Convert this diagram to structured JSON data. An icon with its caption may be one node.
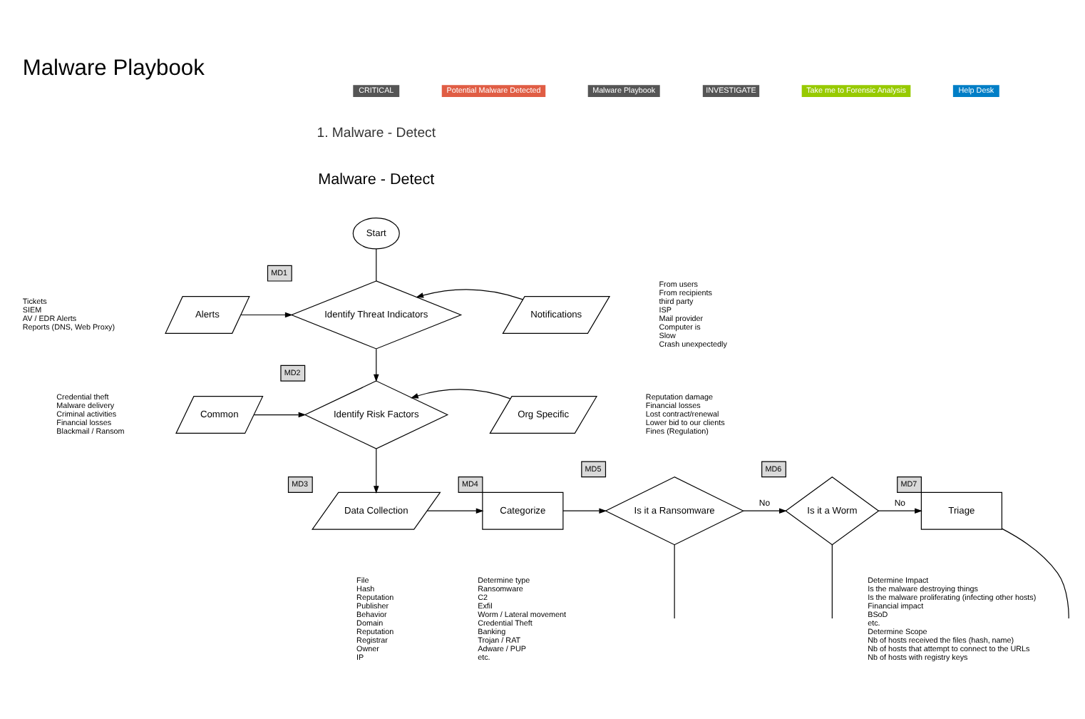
{
  "diagram": {
    "title": "Malware Playbook",
    "nodes": [
      {
        "text": [
          "Start"
        ]
      },
      {
        "text": [
          "Alerts"
        ],
        "beside": [
          "Tickets",
          "SIEM",
          "AV / EDR Alerts",
          "Reports (DNS, Web Proxy)"
        ]
      },
      {
        "text": [
          "Identify Threat Indicators"
        ],
        "beside": [
          "MD1"
        ]
      },
      {
        "text": [
          "Notifications"
        ],
        "beside": [
          "From users",
          "From recipients",
          "third party",
          "ISP",
          "Mail provider",
          "Computer is",
          "Slow",
          "Crash unexpectedly"
        ]
      },
      {
        "text": [
          "Common"
        ],
        "beside": [
          "Credential theft",
          "Malware delivery",
          "Criminal activities",
          "Financial losses",
          "Blackmail / Ransom"
        ]
      },
      {
        "text": [
          "Identify Risk Factors"
        ],
        "beside": [
          "MD2"
        ]
      },
      {
        "text": [
          "Org Specific"
        ],
        "beside": [
          "Reputation damage",
          "Financial losses",
          "Lost contract/renewal",
          "Lower bid to our clients",
          "Fines (Regulation)"
        ]
      },
      {
        "text": [
          "Data Collection"
        ],
        "beside": [
          "MD3",
          "File",
          "Hash",
          "Reputation",
          "Publisher",
          "Behavior",
          "Domain",
          "Reputation",
          "Registrar",
          "Owner",
          "IP"
        ]
      },
      {
        "text": [
          "Categorize"
        ],
        "beside": [
          "MD4",
          "Determine type",
          "Ransomware",
          "C2",
          "Exfil",
          "Worm / Lateral movement",
          "Credential Theft",
          "Banking",
          "Trojan / RAT",
          "Adware / PUP",
          "etc."
        ]
      },
      {
        "text": [
          "Is it a Ransomware"
        ],
        "beside": [
          "MD5"
        ]
      },
      {
        "text": [
          "Is it a Worm"
        ],
        "beside": [
          "MD6"
        ]
      },
      {
        "text": [
          "Triage"
        ],
        "beside": [
          "MD7",
          "Determine Impact",
          "Is the malware destroying things",
          "Is the malware proliferating (infecting other hosts)",
          "Financial impact",
          "BSoD",
          "etc.",
          "Determine Scope",
          "Nb of hosts received the files (hash, name)",
          "Nb of hosts that attempt to connect to the URLs",
          "Nb of hosts with registry keys"
        ]
      }
    ],
    "edges": [
      {
        "from": 0,
        "to": 2,
        "arrow": "none"
      },
      {
        "from": 1,
        "to": 2,
        "arrow": "to"
      },
      {
        "from": 3,
        "to": 2,
        "arrow": "to"
      },
      {
        "from": 2,
        "to": 5,
        "arrow": "to"
      },
      {
        "from": 4,
        "to": 5,
        "arrow": "to"
      },
      {
        "from": 6,
        "to": 5,
        "arrow": "to"
      },
      {
        "from": 5,
        "to": 7,
        "arrow": "to"
      },
      {
        "from": 7,
        "to": 8,
        "arrow": "to"
      },
      {
        "from": 8,
        "to": 9,
        "arrow": "to"
      },
      {
        "from": 9,
        "to": 10,
        "arrow": "to",
        "label": "No"
      },
      {
        "from": 10,
        "to": 11,
        "arrow": "to",
        "label": "No"
      },
      {
        "from": 9,
        "to": null,
        "arrow": "none"
      },
      {
        "from": 10,
        "to": null,
        "arrow": "none"
      },
      {
        "from": 11,
        "to": null,
        "arrow": "none"
      }
    ],
    "labels": [
      "CRITICAL",
      "Potential Malware Detected",
      "Malware Playbook",
      "INVESTIGATE",
      "Take me to Forensic Analysis",
      "Help Desk",
      "1. Malware - Detect",
      "Malware - Detect"
    ]
  }
}
